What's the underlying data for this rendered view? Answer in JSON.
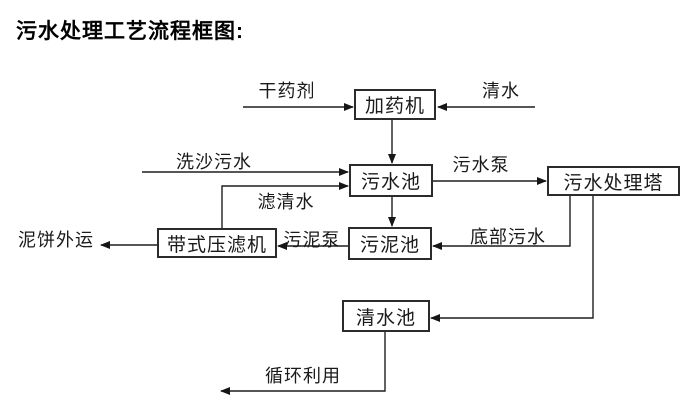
{
  "title": "污水处理工艺流程框图:",
  "diagram": {
    "nodes": {
      "dosing_machine": {
        "label": "加药机"
      },
      "sewage_pool": {
        "label": "污水池"
      },
      "treatment_tower": {
        "label": "污水处理塔"
      },
      "sludge_pool": {
        "label": "污泥池"
      },
      "belt_filter_press": {
        "label": "带式压滤机"
      },
      "clean_water_pool": {
        "label": "清水池"
      }
    },
    "flow_labels": {
      "dry_chemical": "干药剂",
      "clean_water": "清水",
      "sand_washing_sewage": "洗沙污水",
      "sewage_pump": "污水泵",
      "filtered_water": "滤清水",
      "bottom_sewage": "底部污水",
      "sludge_pump": "污泥泵",
      "mud_cake_out": "泥饼外运",
      "recycling": "循环利用"
    },
    "edges": [
      {
        "from": "干药剂",
        "to": "加药机"
      },
      {
        "from": "清水",
        "to": "加药机"
      },
      {
        "from": "加药机",
        "to": "污水池"
      },
      {
        "from": "洗沙污水",
        "to": "污水池"
      },
      {
        "from": "带式压滤机",
        "to": "污水池",
        "via": "滤清水"
      },
      {
        "from": "污水池",
        "to": "污水处理塔",
        "via": "污水泵"
      },
      {
        "from": "污水池",
        "to": "污泥池"
      },
      {
        "from": "污水处理塔",
        "to": "污泥池",
        "via": "底部污水"
      },
      {
        "from": "污泥池",
        "to": "带式压滤机",
        "via": "污泥泵"
      },
      {
        "from": "带式压滤机",
        "to": "泥饼外运"
      },
      {
        "from": "污水处理塔",
        "to": "清水池"
      },
      {
        "from": "清水池",
        "to": "循环利用"
      }
    ]
  },
  "colors": {
    "background": "#ffffff",
    "line": "#1f1f1f",
    "text": "#000000"
  }
}
